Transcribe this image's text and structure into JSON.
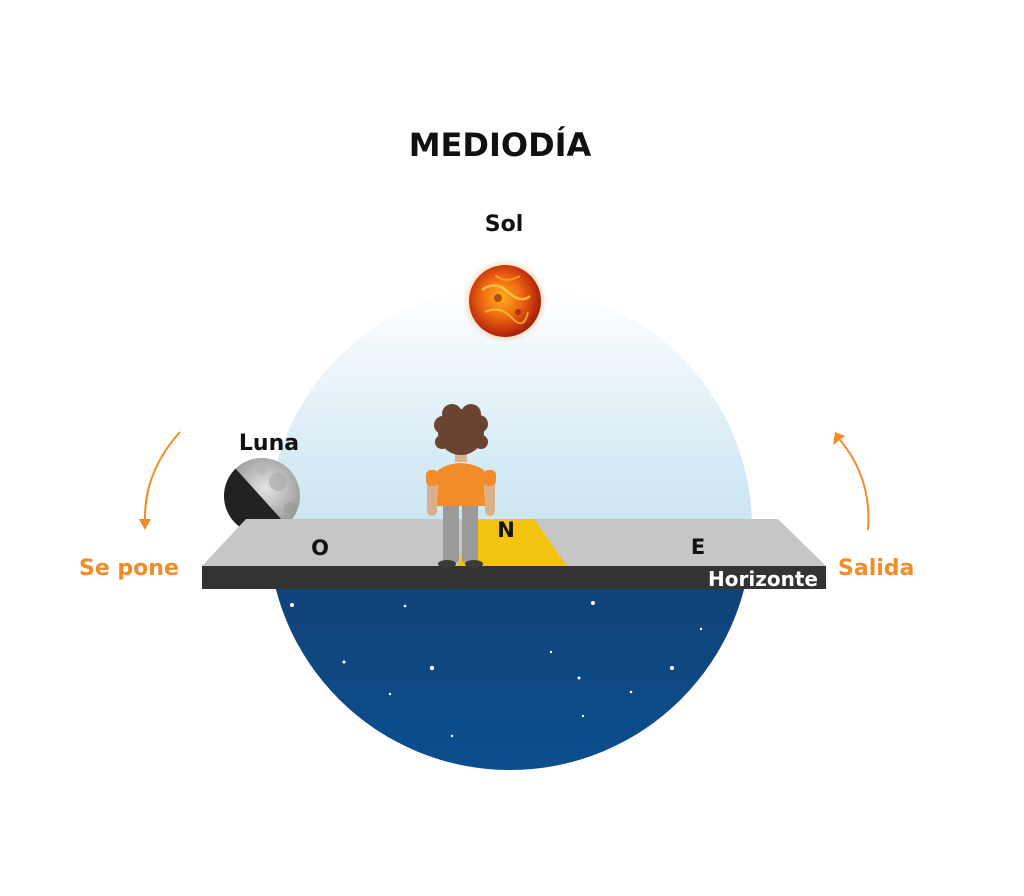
{
  "title": "MEDIODÍA",
  "labels": {
    "sun": "Sol",
    "moon": "Luna",
    "sets": "Se pone",
    "rises": "Salida",
    "horizon": "Horizonte"
  },
  "directions": {
    "west": "O",
    "north": "N",
    "east": "E"
  },
  "colors": {
    "accent": "#F28C28",
    "sky_day_top": "#FFFFFF",
    "sky_day_bottom": "#9ED0E6",
    "sky_night_top": "#1E3252",
    "sky_night_bottom": "#0A4E8F",
    "platform_top": "#C6C6C6",
    "platform_front": "#333333",
    "north_marker": "#F2C40F",
    "shirt": "#F28C28",
    "pants": "#9A9A9A",
    "hair": "#6A4430",
    "skin": "#D9B08C",
    "text": "#111111"
  },
  "icons": {
    "sun": "sun-icon",
    "moon": "moon-icon",
    "person": "person-icon",
    "arrow_left": "curved-arrow-down-icon",
    "arrow_right": "curved-arrow-up-icon"
  }
}
